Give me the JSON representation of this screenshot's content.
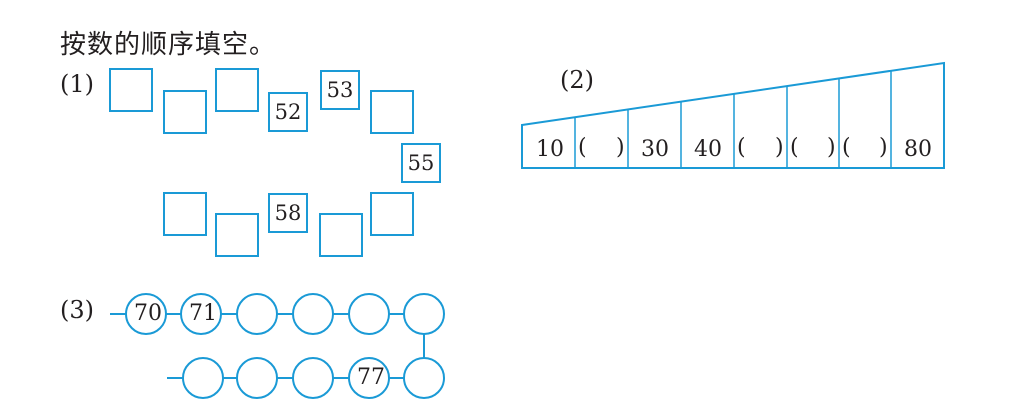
{
  "instruction": "按数的顺序填空。",
  "part1": {
    "label": "(1)",
    "boxes": [
      "",
      "",
      "",
      "52",
      "53",
      "",
      "55",
      "",
      "",
      "58",
      "",
      ""
    ]
  },
  "part2": {
    "label": "(2)",
    "open": "(",
    "close": ")",
    "cells": [
      "10",
      "",
      "30",
      "40",
      "",
      "",
      "",
      "80"
    ]
  },
  "part3": {
    "label": "(3)",
    "circles": [
      "70",
      "71",
      "",
      "",
      "",
      "",
      "",
      "77",
      "",
      "",
      ""
    ]
  },
  "colors": {
    "line": "#1a9ad6",
    "text": "#231f20"
  }
}
